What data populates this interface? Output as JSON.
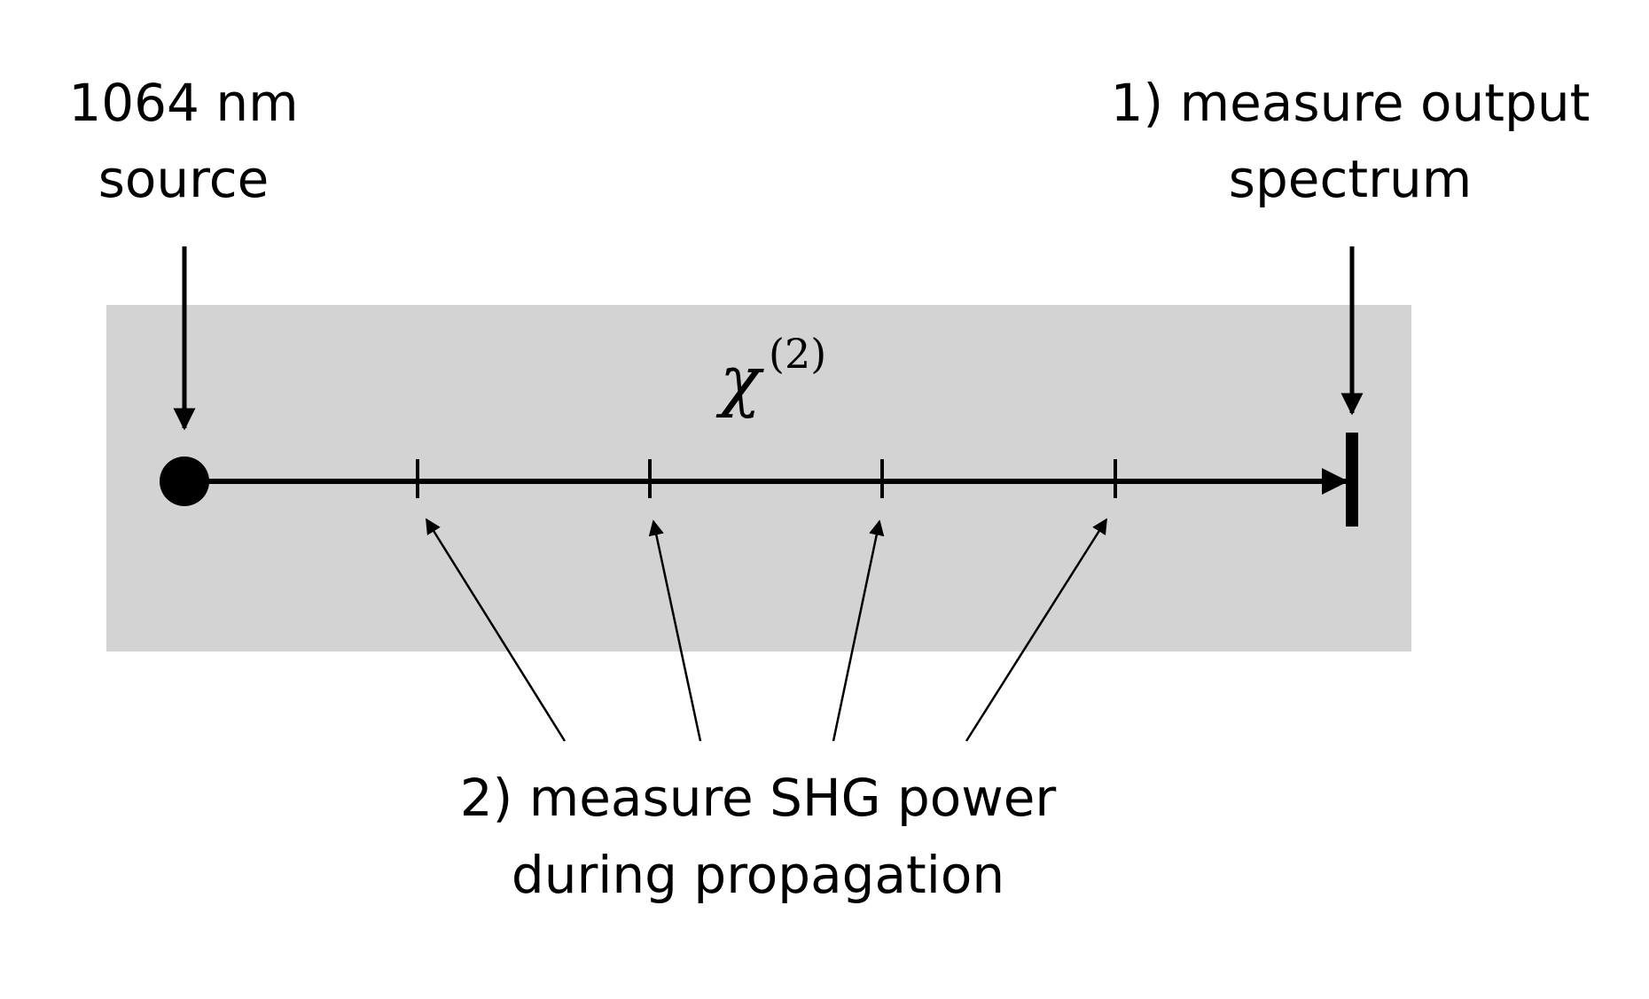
{
  "source_label": {
    "line1": "1064 nm",
    "line2": "source"
  },
  "output_label": {
    "line1": "1) measure output",
    "line2": "spectrum"
  },
  "medium_label": {
    "symbol": "χ",
    "superscript": "(2)"
  },
  "shg_label": {
    "line1": "2) measure SHG power",
    "line2": "during propagation"
  },
  "colors": {
    "medium_fill": "#d3d3d3",
    "line": "#000000",
    "background": "#ffffff"
  }
}
